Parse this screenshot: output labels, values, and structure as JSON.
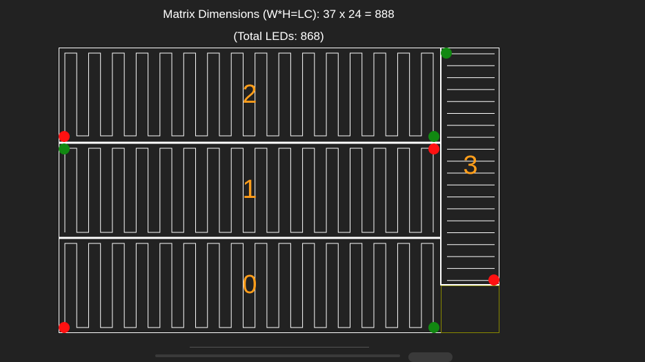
{
  "header": {
    "dimensions_text": "Matrix Dimensions (W*H=LC): 37 x 24 = 888",
    "total_text": "(Total LEDs: 868)"
  },
  "panels": [
    {
      "label": "0"
    },
    {
      "label": "1"
    },
    {
      "label": "2"
    },
    {
      "label": "3"
    }
  ],
  "colors": {
    "background": "#222222",
    "wire": "#ffffff",
    "label": "#ff9e1b",
    "start_marker": "#118811",
    "end_marker": "#ff1111",
    "unused_border": "#8a8a00"
  }
}
